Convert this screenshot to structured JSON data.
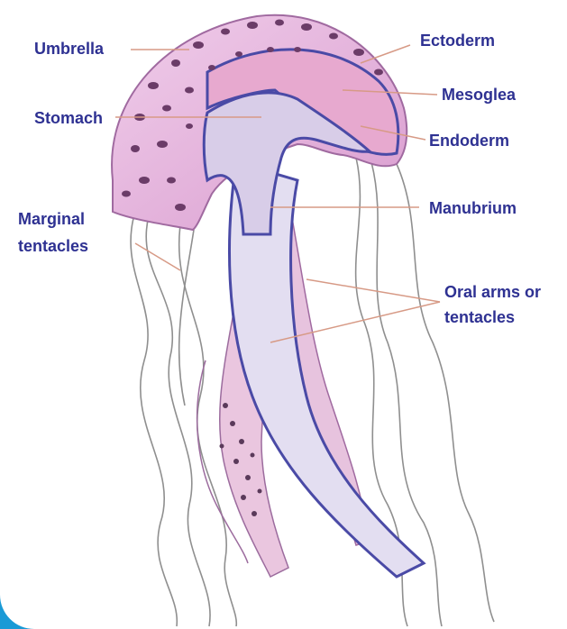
{
  "colors": {
    "label_text": "#2e3192",
    "leader_line": "#d79a86",
    "frame": "#1a9ad6",
    "umbrella_fill": "#e6b8dc",
    "mesoglea_fill": "#e9a8cf",
    "manubrium_fill": "#e1dcef",
    "outline": "#4a4aa6"
  },
  "labels": {
    "umbrella": "Umbrella",
    "stomach": "Stomach",
    "marginal_tentacles_1": "Marginal",
    "marginal_tentacles_2": "tentacles",
    "ectoderm": "Ectoderm",
    "mesoglea": "Mesoglea",
    "endoderm": "Endoderm",
    "manubrium": "Manubrium",
    "oral_arms_1": "Oral arms or",
    "oral_arms_2": "tentacles"
  }
}
